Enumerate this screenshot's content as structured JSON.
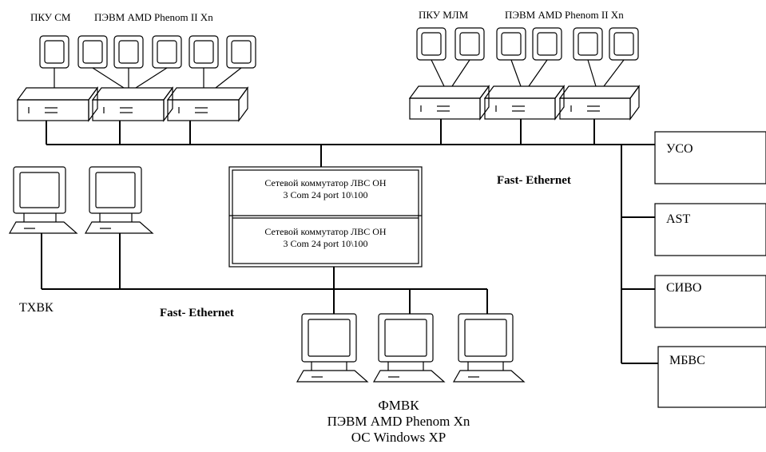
{
  "labels": {
    "pku_sm": "ПКУ СМ",
    "pevm_left": "ПЭВМ AMD Phenom II Xn",
    "pku_mlm": "ПКУ МЛМ",
    "pevm_right": "ПЭВМ AMD Phenom II Xn",
    "fast_ethernet_top": "Fast- Ethernet",
    "fast_ethernet_bottom": "Fast- Ethernet",
    "txvk": "ТХВК"
  },
  "switches": [
    {
      "line1": "Сетевой коммутатор ЛВС ОН",
      "line2": "3 Com 24 port 10\\100"
    },
    {
      "line1": "Сетевой коммутатор ЛВС ОН",
      "line2": "3 Com 24 port 10\\100"
    }
  ],
  "side_devices": [
    "УСО",
    "AST",
    "СИВО",
    "МБВС"
  ],
  "caption": {
    "line1": "ФМВК",
    "line2": "ПЭВМ AMD Phenom Xn",
    "line3": "ОС Windows XP"
  }
}
